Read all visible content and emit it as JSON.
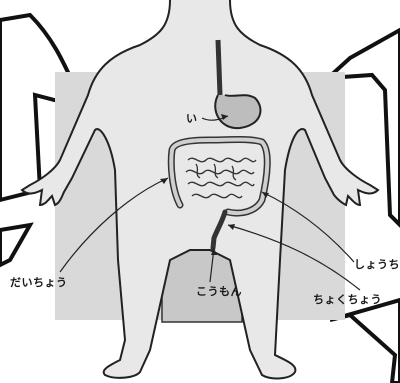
{
  "labels": {
    "stomach": "い",
    "large_intestine": "だいちょう",
    "anus": "こうもん",
    "small_intestine": "しょうち",
    "rectum": "ちょくちょう"
  }
}
